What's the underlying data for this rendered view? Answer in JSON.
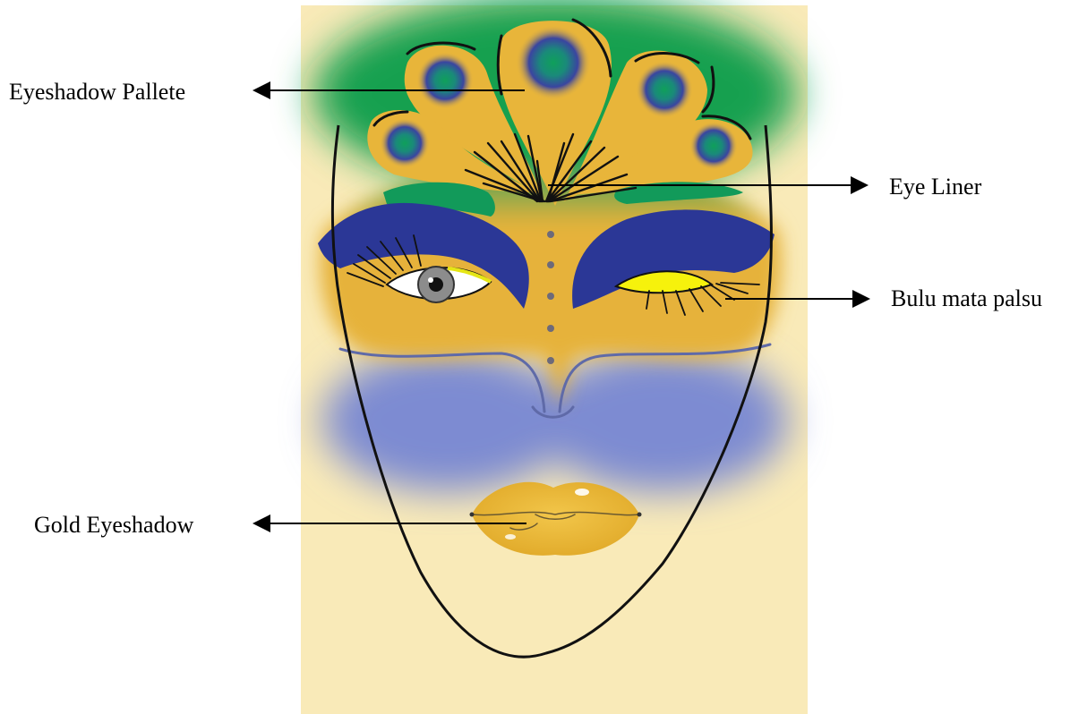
{
  "labels": {
    "eyeshadow_pallete": "Eyeshadow Pallete",
    "eye_liner": "Eye Liner",
    "bulu_mata_palsu": "Bulu mata palsu",
    "gold_eyeshadow": "Gold Eyeshadow"
  },
  "colors": {
    "skin": "#f9eab8",
    "green": "#109a4f",
    "gold": "#eab83b",
    "royal_blue": "#2a3798",
    "periwinkle": "#7f8dd4",
    "yellow": "#f6f20c",
    "outline": "#000000"
  }
}
